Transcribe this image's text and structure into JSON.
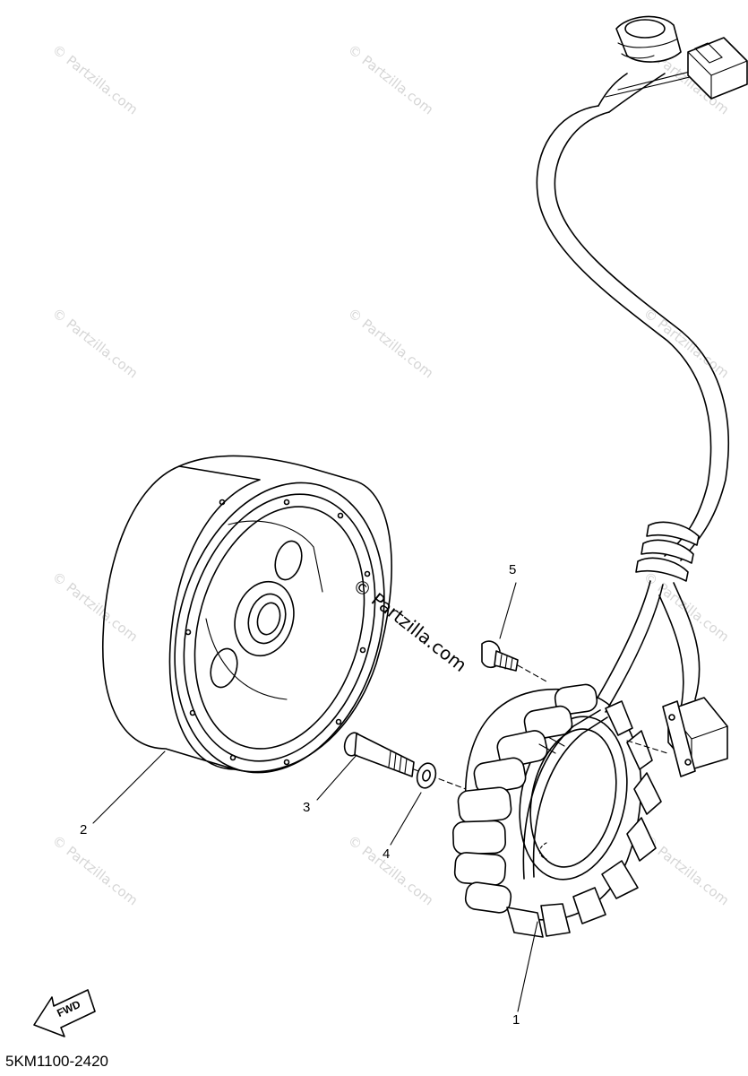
{
  "watermark": "© Partzilla.com",
  "callouts": {
    "stator": "1",
    "rotor": "2",
    "bolt": "3",
    "washer": "4",
    "screw": "5"
  },
  "fwd_label": "FWD",
  "diagram_code": "5KM1100-2420"
}
